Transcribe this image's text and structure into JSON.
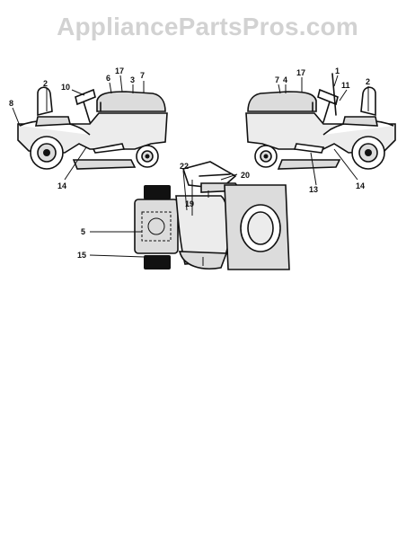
{
  "watermark": "AppliancePartsPros.com",
  "labels": {
    "left": [
      "8",
      "2",
      "10",
      "6",
      "17",
      "3",
      "7",
      "14"
    ],
    "right": [
      "7",
      "4",
      "17",
      "1",
      "11",
      "2",
      "13",
      "14"
    ],
    "top": [
      "22",
      "20",
      "19",
      "5",
      "15"
    ]
  },
  "colors": {
    "line": "#111111",
    "fill": "#dcdcdc",
    "watermark": "#d2d2d2"
  }
}
